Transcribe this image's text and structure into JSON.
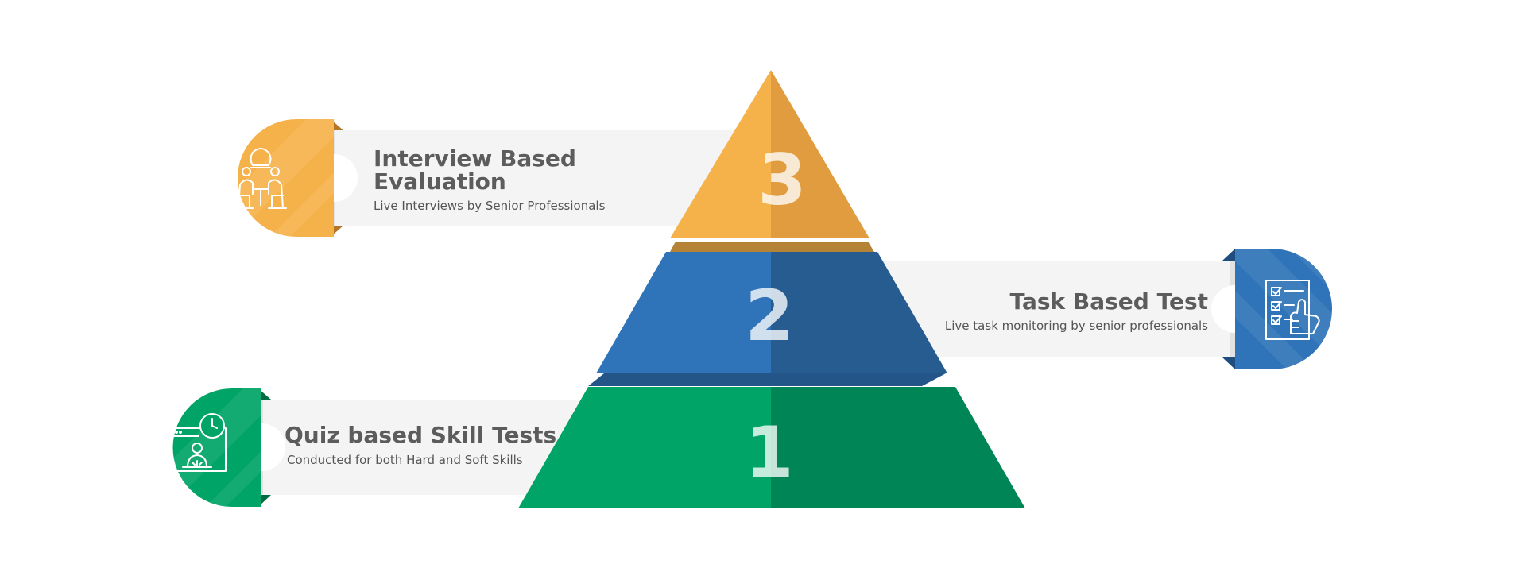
{
  "colors": {
    "orange": "#F6B24A",
    "orange_dark": "#E09C3E",
    "blue": "#2F73B8",
    "blue_dark": "#275C91",
    "green": "#00A466",
    "green_dark": "#008556",
    "card_bg": "#F4F4F4",
    "text": "#5C5C5C"
  },
  "pyramid": {
    "levels": [
      {
        "number": "1"
      },
      {
        "number": "2"
      },
      {
        "number": "3"
      }
    ]
  },
  "items": {
    "interview": {
      "title_line1": "Interview Based",
      "title_line2": "Evaluation",
      "subtitle": "Live Interviews by Senior Professionals",
      "icon": "interview-icon"
    },
    "task": {
      "title": "Task Based Test",
      "subtitle": "Live task monitoring by senior professionals",
      "icon": "checklist-icon"
    },
    "quiz": {
      "title": "Quiz based Skill Tests",
      "subtitle": "Conducted for both Hard and Soft Skills",
      "icon": "online-test-icon"
    }
  }
}
